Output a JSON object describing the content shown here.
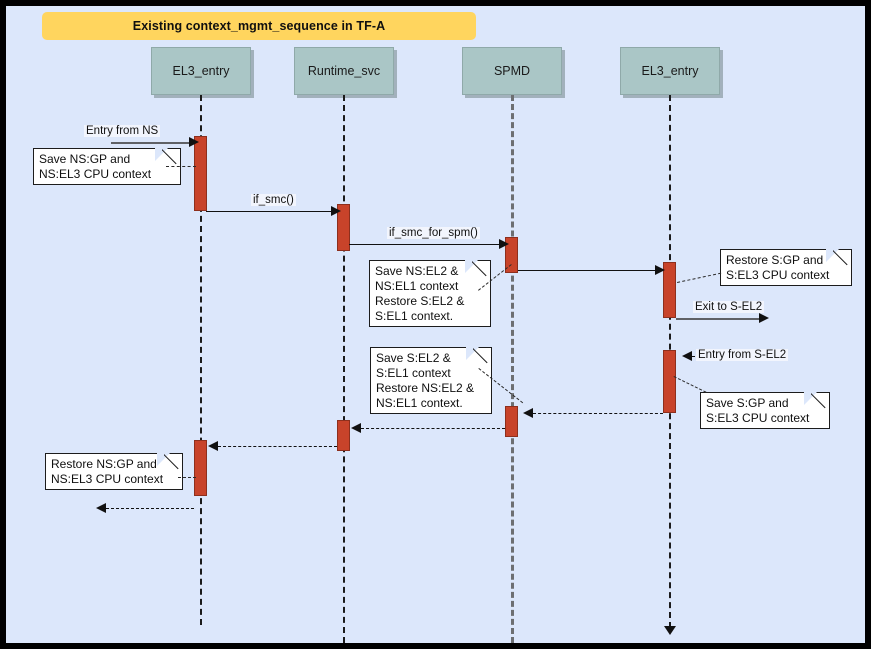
{
  "diagram": {
    "title": "Existing context_mgmt_sequence in TF-A",
    "background_color": "#dce7fb",
    "border_color": "#000000",
    "title_banner_color": "#ffd55e",
    "participant_color": "#aac6c6",
    "activation_color": "#c8432a",
    "type": "uml-sequence-diagram"
  },
  "participants": [
    {
      "id": "el3_entry_left",
      "label": "EL3_entry"
    },
    {
      "id": "runtime_svc",
      "label": "Runtime_svc"
    },
    {
      "id": "spmd",
      "label": "SPMD"
    },
    {
      "id": "el3_entry_right",
      "label": "EL3_entry"
    }
  ],
  "messages": [
    {
      "id": "entry-from-ns",
      "label": "Entry from NS",
      "style": "solid-gray",
      "direction": "right"
    },
    {
      "id": "if-smc",
      "label": "if_smc()",
      "style": "solid",
      "direction": "right"
    },
    {
      "id": "if-smc-for-spm",
      "label": "if_smc_for_spm()",
      "style": "solid",
      "direction": "right"
    },
    {
      "id": "spmd-to-el3",
      "label": "",
      "style": "solid",
      "direction": "right"
    },
    {
      "id": "exit-to-s-el2",
      "label": "Exit to S-EL2",
      "style": "solid-gray",
      "direction": "right"
    },
    {
      "id": "entry-from-s-el2",
      "label": "Entry from S-EL2",
      "style": "dashed",
      "direction": "left"
    },
    {
      "id": "el3-to-spmd",
      "label": "",
      "style": "dashed",
      "direction": "left"
    },
    {
      "id": "spmd-to-runtime",
      "label": "",
      "style": "dashed",
      "direction": "left"
    },
    {
      "id": "runtime-to-el3",
      "label": "",
      "style": "dashed",
      "direction": "left"
    },
    {
      "id": "return-to-ns",
      "label": "",
      "style": "dashed",
      "direction": "left"
    }
  ],
  "notes": [
    {
      "id": "note-save-ns-gp",
      "text": "Save NS:GP and\nNS:EL3 CPU context"
    },
    {
      "id": "note-save-ns-el2",
      "text": "Save NS:EL2 &\nNS:EL1 context\nRestore S:EL2 &\nS:EL1 context."
    },
    {
      "id": "note-restore-s-gp",
      "text": "Restore S:GP and\nS:EL3 CPU context"
    },
    {
      "id": "note-save-s-el2",
      "text": "Save S:EL2 &\nS:EL1 context\nRestore NS:EL2 &\nNS:EL1 context."
    },
    {
      "id": "note-save-s-gp",
      "text": "Save S:GP and\nS:EL3 CPU context"
    },
    {
      "id": "note-restore-ns-gp",
      "text": "Restore NS:GP and\nNS:EL3 CPU context"
    }
  ]
}
